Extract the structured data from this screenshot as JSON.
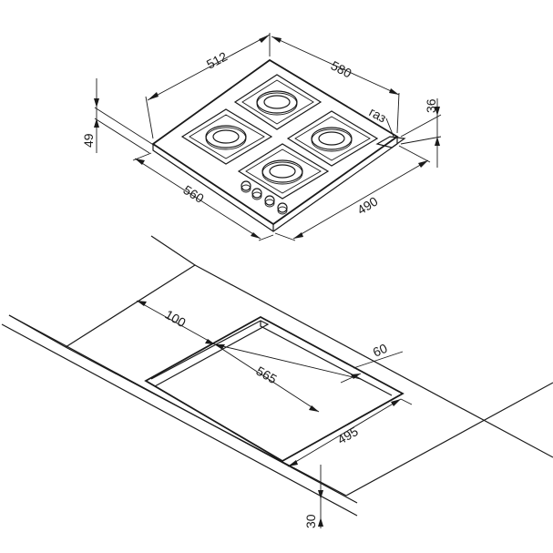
{
  "hob": {
    "dimensions": {
      "depth_top": "512",
      "width_top": "580",
      "gas_label": "газ",
      "height_right": "36",
      "height_left": "49",
      "width_bottom": "560",
      "depth_bottom": "490"
    }
  },
  "cutout": {
    "dimensions": {
      "front_offset": "100",
      "width": "565",
      "back_offset": "60",
      "depth": "495",
      "thickness": "30"
    }
  }
}
